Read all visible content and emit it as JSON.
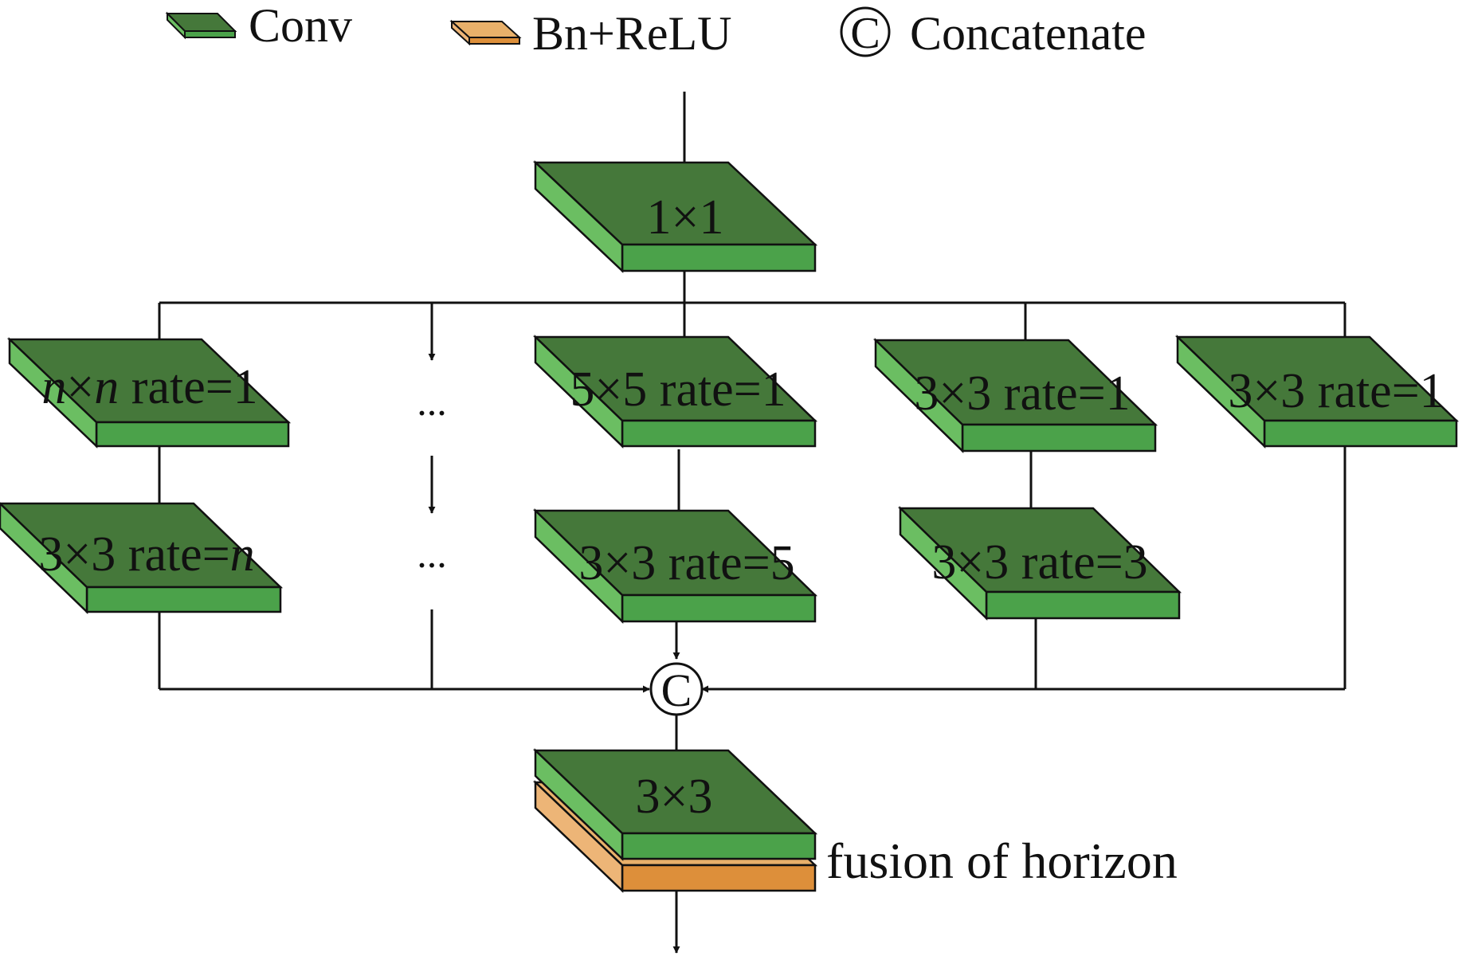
{
  "legend": {
    "conv": "Conv",
    "bn_relu": "Bn+ReLU",
    "concat_symbol": "C",
    "concatenate": "Concatenate"
  },
  "blocks": {
    "top": "1×1",
    "branch1_a": {
      "main": "n",
      "mid": "×",
      "var": "n",
      "tail": " rate=1"
    },
    "branch1_b": {
      "main": "3×3 rate=",
      "var": "n"
    },
    "branch3_a": "5×5 rate=1",
    "branch3_b": "3×3 rate=5",
    "branch4_a": "3×3 rate=1",
    "branch4_b": "3×3 rate=3",
    "branch5_a": "3×3 rate=1",
    "fusion": "3×3"
  },
  "ellipsis": "...",
  "concat_node": "C",
  "fusion_label": "fusion of horizon",
  "colors": {
    "conv_top": "#45783A",
    "conv_front": "#4BA24A",
    "conv_side": "#6BBE62",
    "bn_top": "#E8B06A",
    "bn_front": "#DD8F3A",
    "bn_side": "#EDB577",
    "line": "#111111"
  }
}
